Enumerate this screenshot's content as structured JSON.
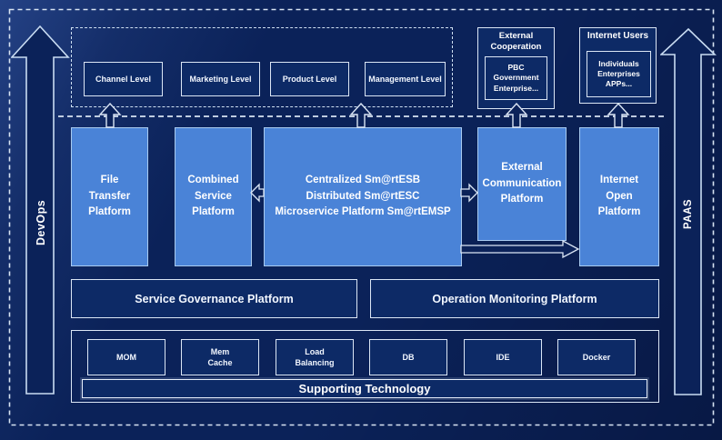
{
  "diagram": {
    "side_arrows": {
      "left_label": "DevOps",
      "right_label": "PAAS"
    },
    "levels": {
      "items": [
        "Channel Level",
        "Marketing Level",
        "Product Level",
        "Management Level"
      ]
    },
    "external_cooperation": {
      "title": "External\nCooperation",
      "body": "PBC Government\nEnterprise..."
    },
    "internet_users": {
      "title": "Internet Users",
      "body": "Individuals\nEnterprises\nAPPs..."
    },
    "platforms": {
      "file_transfer": "File\nTransfer\nPlatform",
      "combined_service": "Combined\nService\nPlatform",
      "central": "Centralized Sm@rtESB\nDistributed Sm@rtESC\nMicroservice Platform Sm@rtEMSP",
      "external_communication": "External\nCommunication\nPlatform",
      "internet_open": "Internet\nOpen\nPlatform"
    },
    "governance": {
      "service": "Service Governance Platform",
      "operation": "Operation Monitoring Platform"
    },
    "technology": {
      "items": [
        "MOM",
        "Mem\nCache",
        "Load\nBalancing",
        "DB",
        "IDE",
        "Docker"
      ],
      "footer": "Supporting Technology"
    },
    "colors": {
      "background": "#0b2259",
      "panel_light": "#4a83d7",
      "panel_dark": "#0d2a66",
      "line_light": "#d9e5f4"
    }
  }
}
